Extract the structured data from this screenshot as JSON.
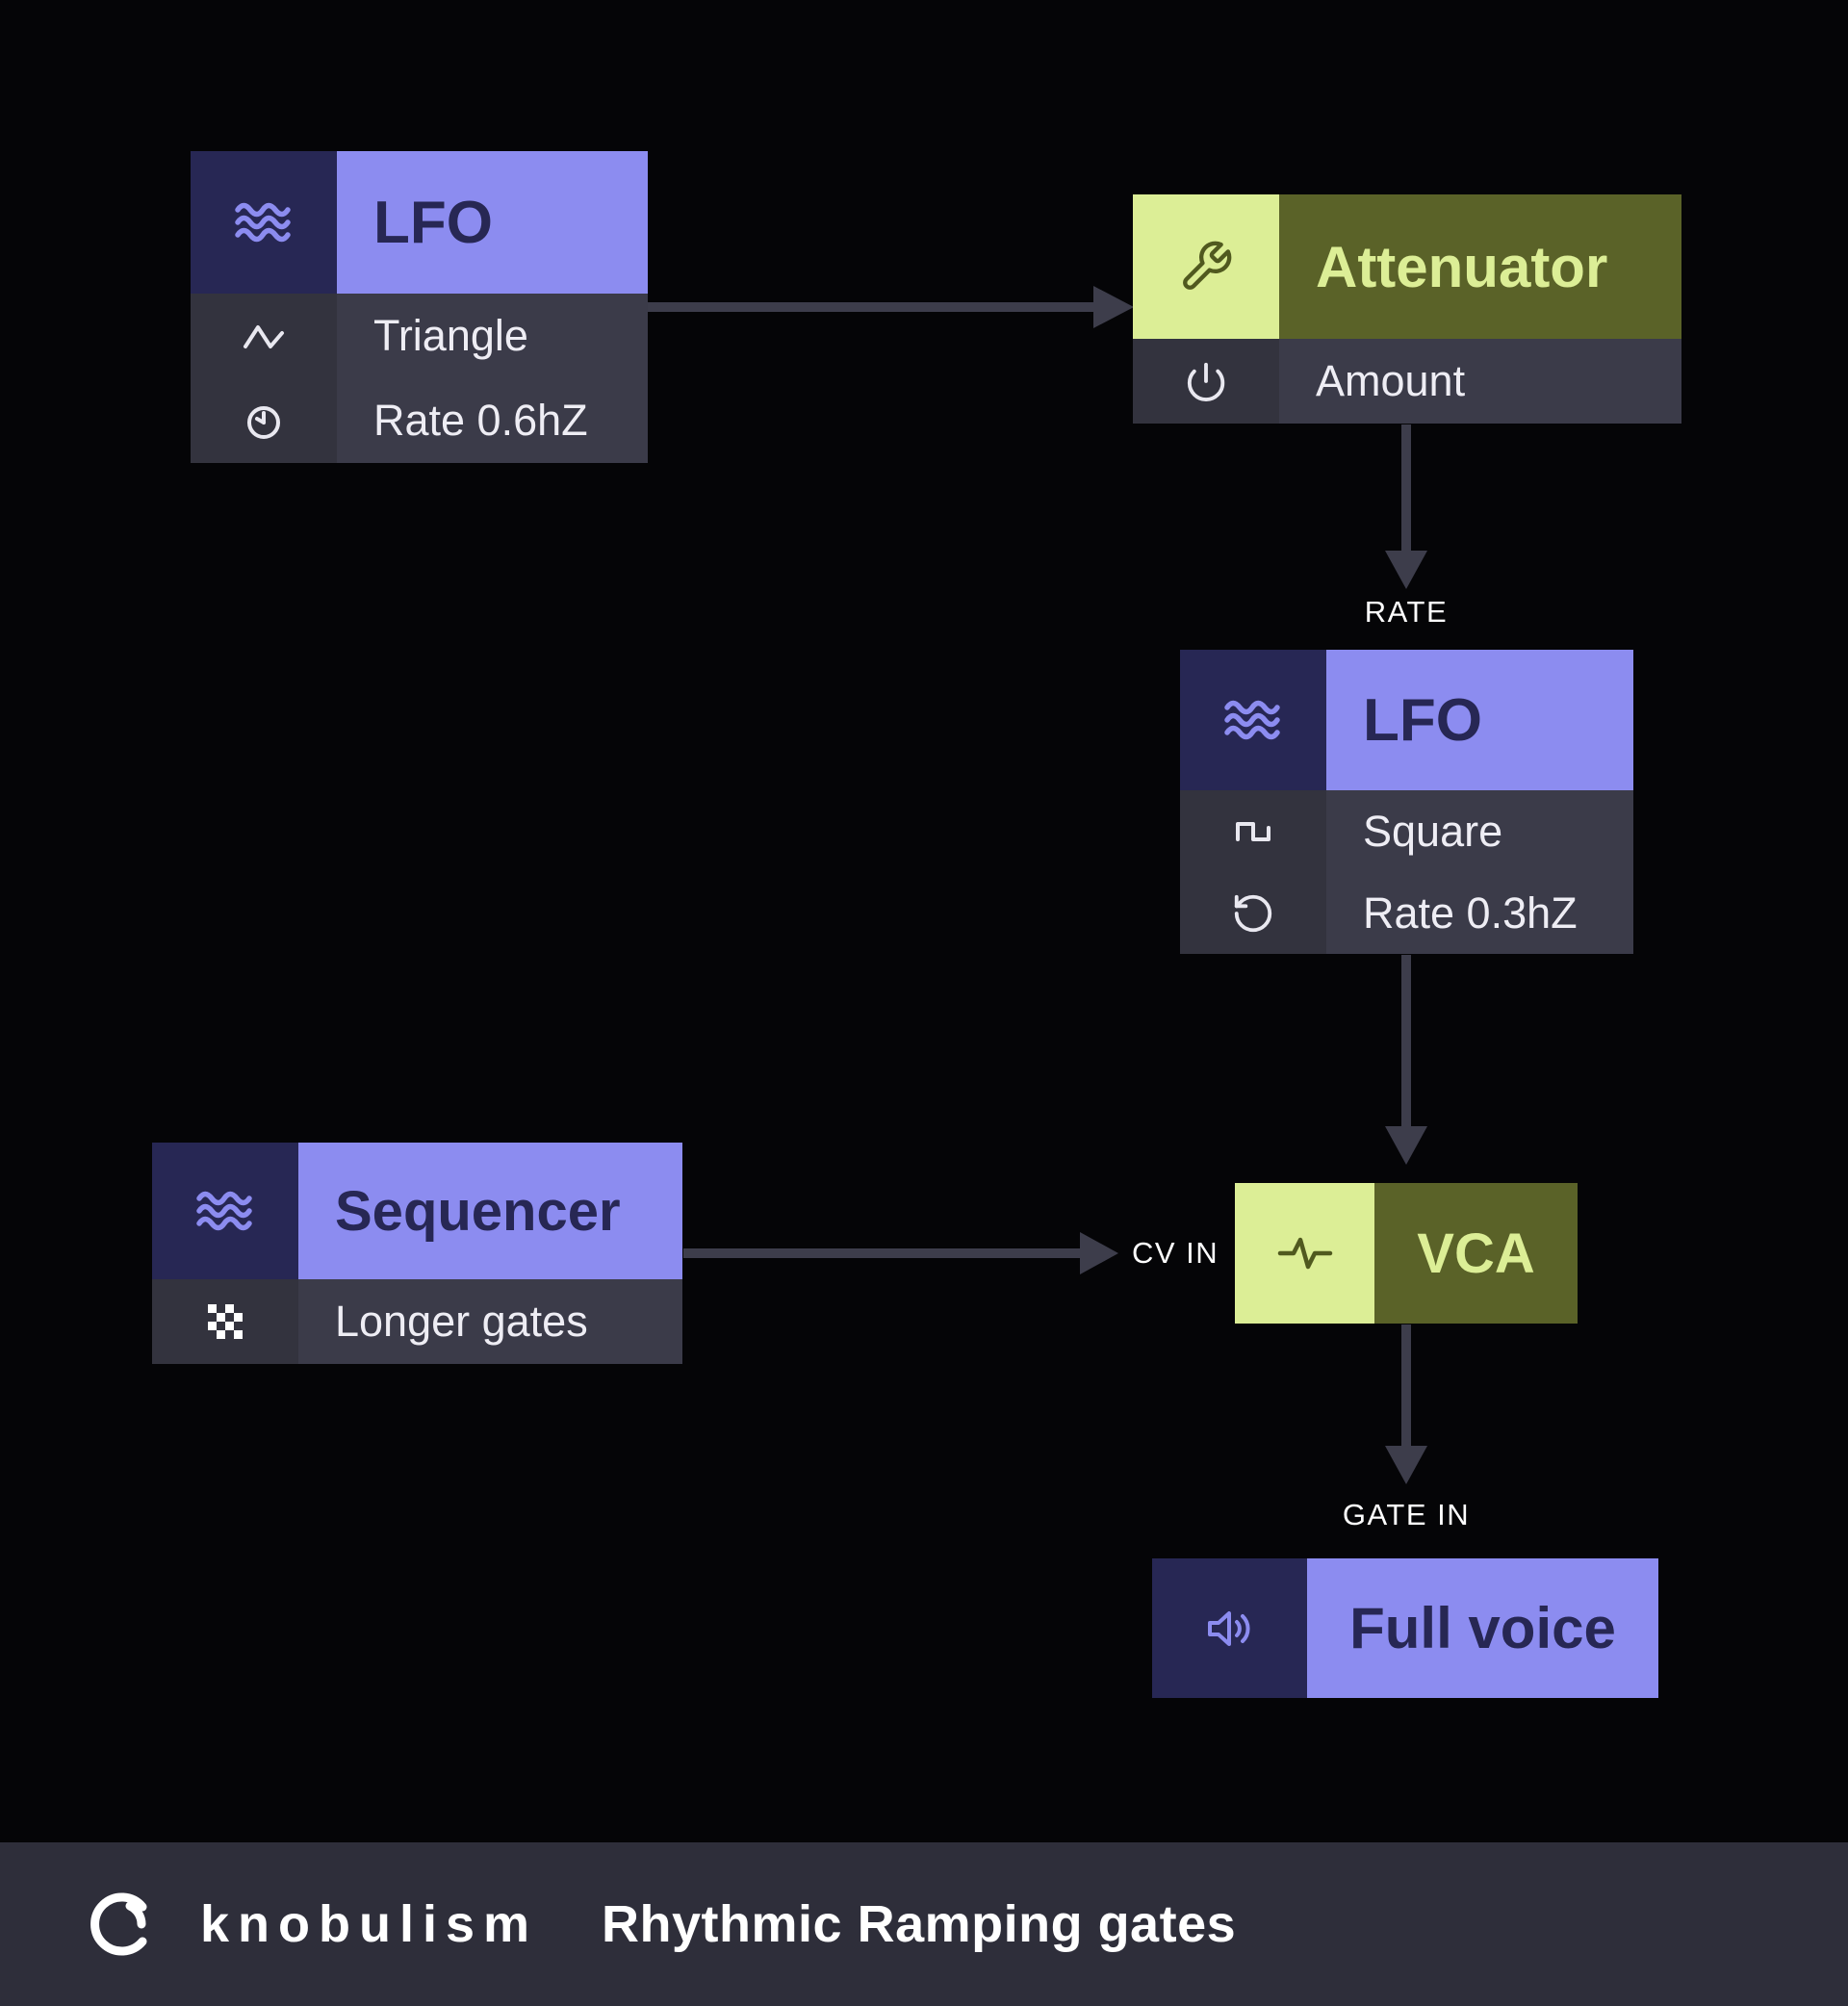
{
  "colors": {
    "background": "#050507",
    "purple": "#8c8cf0",
    "navy": "#272754",
    "olive": "#5a6228",
    "lime": "#dcee96",
    "row_bg": "#3b3b49",
    "row_icon_bg": "#33333e",
    "arrow": "#3d3d4b",
    "footer_bg": "#2e2e3a"
  },
  "nodes": {
    "lfo1": {
      "title": "LFO",
      "icon": "wave-icon",
      "rows": [
        {
          "icon": "triangle-wave-icon",
          "label": "Triangle"
        },
        {
          "icon": "clock-icon",
          "label": "Rate 0.6hZ"
        }
      ]
    },
    "attenuator": {
      "title": "Attenuator",
      "icon": "wrench-icon",
      "rows": [
        {
          "icon": "power-icon",
          "label": "Amount"
        }
      ]
    },
    "lfo2": {
      "title": "LFO",
      "icon": "wave-icon",
      "rows": [
        {
          "icon": "square-wave-icon",
          "label": "Square"
        },
        {
          "icon": "rotate-ccw-icon",
          "label": "Rate 0.3hZ"
        }
      ]
    },
    "sequencer": {
      "title": "Sequencer",
      "icon": "wave-icon",
      "rows": [
        {
          "icon": "checker-pattern-icon",
          "label": "Longer gates"
        }
      ]
    },
    "vca": {
      "title": "VCA",
      "icon": "pulse-icon"
    },
    "full_voice": {
      "title": "Full voice",
      "icon": "speaker-icon"
    }
  },
  "labels": {
    "rate": "RATE",
    "cv_in": "CV IN",
    "gate_in": "GATE IN"
  },
  "footer": {
    "brand": "knobulism",
    "title": "Rhythmic Ramping gates"
  }
}
